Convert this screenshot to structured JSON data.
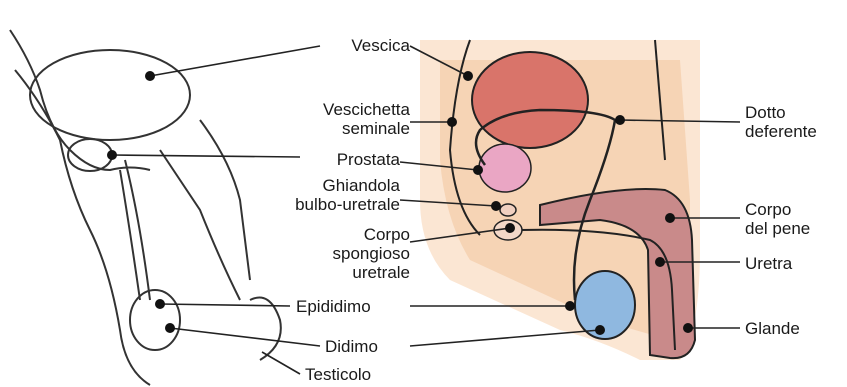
{
  "colors": {
    "skin": "#f5cfae",
    "skin_light": "#fbe6d3",
    "bladder": "#d9746a",
    "penis_body": "#c98a8a",
    "prostate": "#eaa6c4",
    "testicle": "#8fb8e0",
    "line": "#222222"
  },
  "labels": {
    "vescica": "Vescica",
    "vescichetta_1": "Vescichetta",
    "vescichetta_2": "seminale",
    "prostata": "Prostata",
    "ghiandola_1": "Ghiandola",
    "ghiandola_2": "bulbo-uretrale",
    "corpo_spong_1": "Corpo",
    "corpo_spong_2": "spongioso",
    "corpo_spong_3": "uretrale",
    "epididimo": "Epididimo",
    "didimo": "Didimo",
    "testicolo": "Testicolo",
    "dotto_1": "Dotto",
    "dotto_2": "deferente",
    "corpo_pene_1": "Corpo",
    "corpo_pene_2": "del pene",
    "uretra": "Uretra",
    "glande": "Glande"
  }
}
